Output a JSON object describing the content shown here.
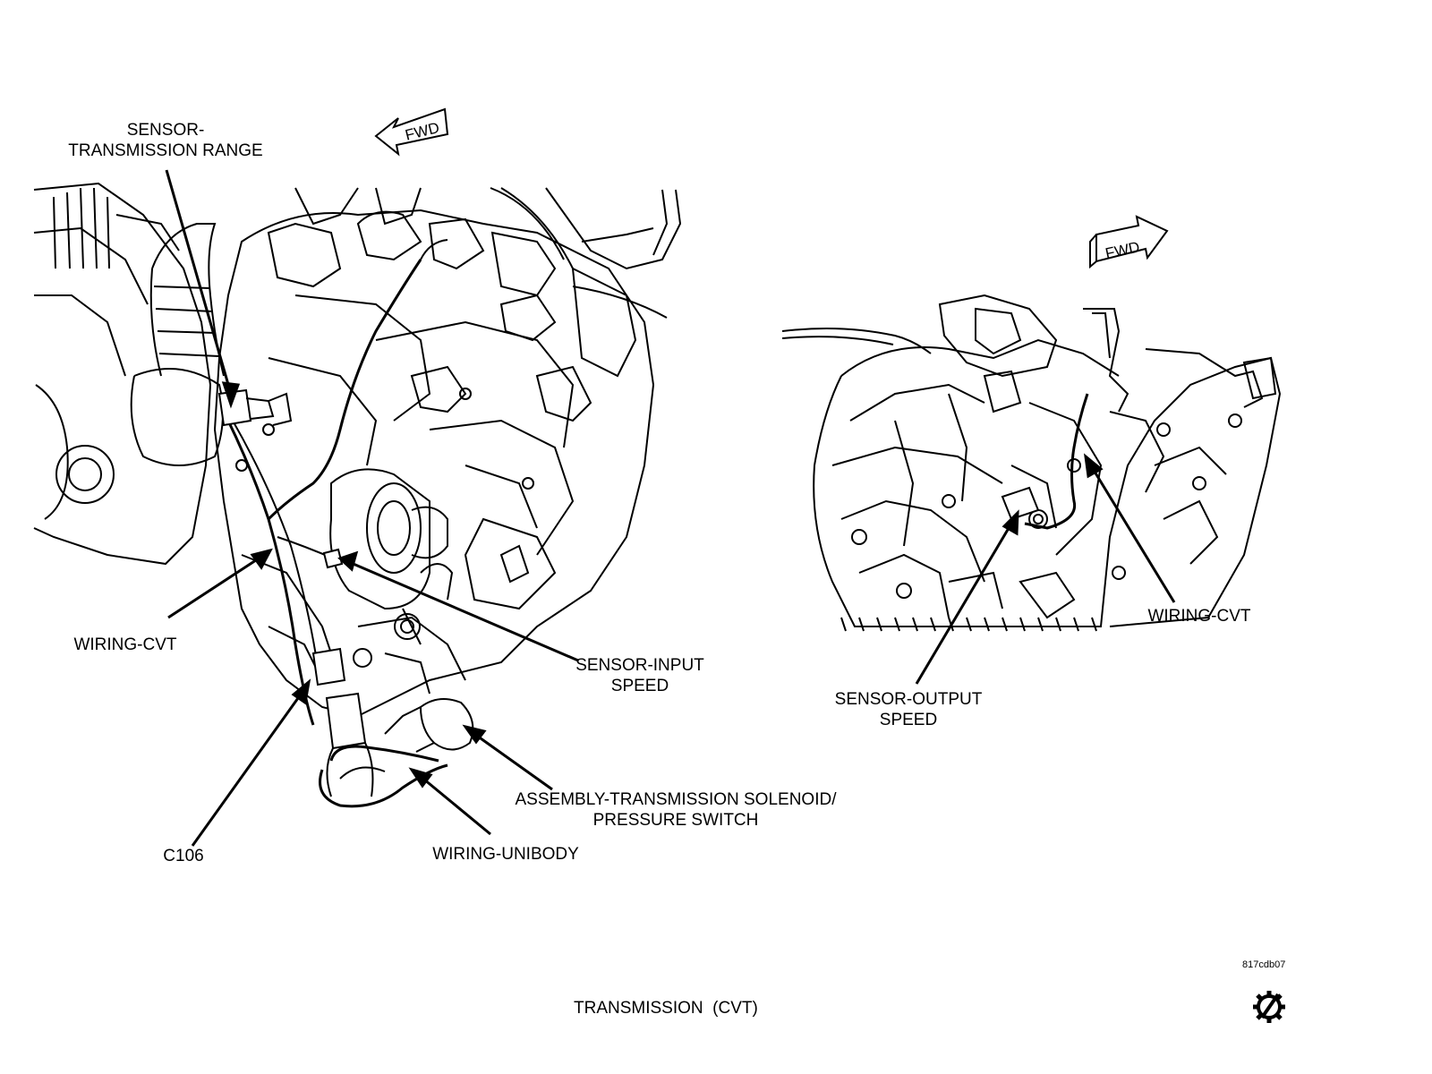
{
  "fwd_left": "FWD",
  "fwd_right": "FWD",
  "labels": {
    "sensor_trans_range": [
      "SENSOR-",
      "TRANSMISSION RANGE"
    ],
    "wiring_cvt_left": "WIRING-CVT",
    "sensor_input_speed": [
      "SENSOR-INPUT",
      "SPEED"
    ],
    "solenoid_assembly": [
      "ASSEMBLY-TRANSMISSION SOLENOID/",
      "PRESSURE SWITCH"
    ],
    "c106": "C106",
    "wiring_unibody": "WIRING-UNIBODY",
    "wiring_cvt_right": "WIRING-CVT",
    "sensor_output_speed": [
      "SENSOR-OUTPUT",
      "SPEED"
    ]
  },
  "figure_code": "817cdb07",
  "caption": "TRANSMISSION  (CVT)",
  "icons": [
    "transmission-gear-icon"
  ]
}
